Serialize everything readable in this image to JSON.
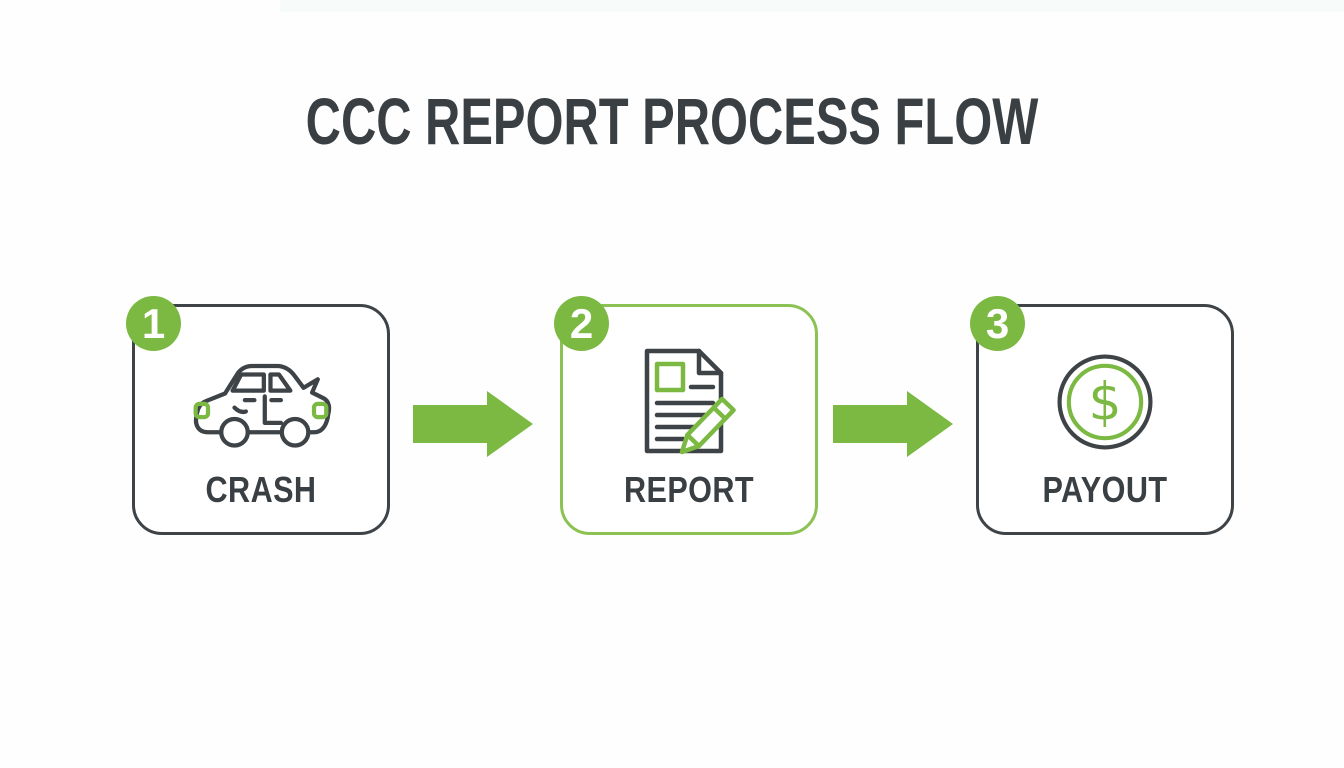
{
  "title": "CCC REPORT PROCESS FLOW",
  "steps": [
    {
      "number": "1",
      "label": "CRASH",
      "icon": "crashed-car-icon"
    },
    {
      "number": "2",
      "label": "REPORT",
      "icon": "report-document-icon"
    },
    {
      "number": "3",
      "label": "PAYOUT",
      "icon": "payout-dollar-icon"
    }
  ],
  "arrows": [
    {
      "name": "arrow-crash-to-report"
    },
    {
      "name": "arrow-report-to-payout"
    }
  ],
  "colors": {
    "green": "#7cb943",
    "green_box_border": "#8cc254",
    "dark": "#3e4347",
    "text": "#3a3f43",
    "background": "#fdfefd"
  }
}
